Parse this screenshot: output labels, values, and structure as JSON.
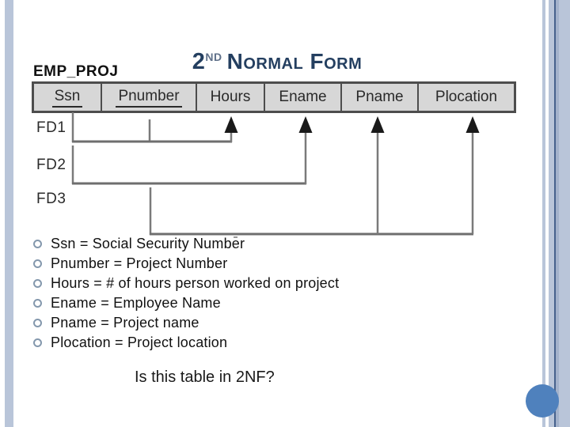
{
  "slide": {
    "title": {
      "number": "2",
      "ordinal": "nd",
      "text": "Normal Form"
    },
    "figure": {
      "table_name": "EMP_PROJ",
      "columns": [
        {
          "label": "Ssn",
          "is_key": true
        },
        {
          "label": "Pnumber",
          "is_key": true
        },
        {
          "label": "Hours",
          "is_key": false
        },
        {
          "label": "Ename",
          "is_key": false
        },
        {
          "label": "Pname",
          "is_key": false
        },
        {
          "label": "Plocation",
          "is_key": false
        }
      ],
      "fds": [
        {
          "label": "FD1",
          "determinant": [
            "Ssn",
            "Pnumber"
          ],
          "dependents": [
            "Hours"
          ]
        },
        {
          "label": "FD2",
          "determinant": [
            "Ssn"
          ],
          "dependents": [
            "Ename"
          ]
        },
        {
          "label": "FD3",
          "determinant": [
            "Pnumber"
          ],
          "dependents": [
            "Pname",
            "Plocation"
          ]
        }
      ]
    },
    "bullets": [
      "Ssn = Social Security Number",
      "Pnumber = Project Number",
      "Hours = # of hours person worked on project",
      "Ename = Employee Name",
      "Pname = Project name",
      "Plocation = Project location"
    ],
    "question": "Is this table in 2NF?",
    "colors": {
      "title": "#243f60",
      "title_ordinal": "#5f7089",
      "accent_circle": "#4f81bd",
      "stripe_light": "#b9c5d9",
      "stripe_medium": "#a3b2cb",
      "stripe_dark": "#46618c",
      "table_fill": "#d7d7d7",
      "table_border": "#4d4d4d",
      "fd_line": "#7a7a7a",
      "bullet": "#8498ad"
    }
  }
}
